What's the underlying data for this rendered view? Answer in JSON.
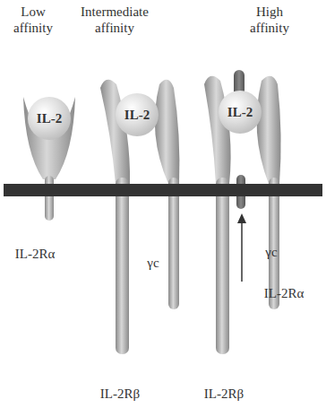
{
  "diagram": {
    "nodes": [
      {
        "text": [
          "IL-2"
        ]
      },
      {
        "text": [
          "IL-2"
        ]
      },
      {
        "text": [
          "IL-2"
        ]
      }
    ],
    "labels": [
      "Low affinity",
      "Intermediate affinity",
      "High affinity",
      "IL-2Rα",
      "γc",
      "IL-2Rβ",
      "γc",
      "IL-2Rα",
      "IL-2Rβ"
    ]
  }
}
